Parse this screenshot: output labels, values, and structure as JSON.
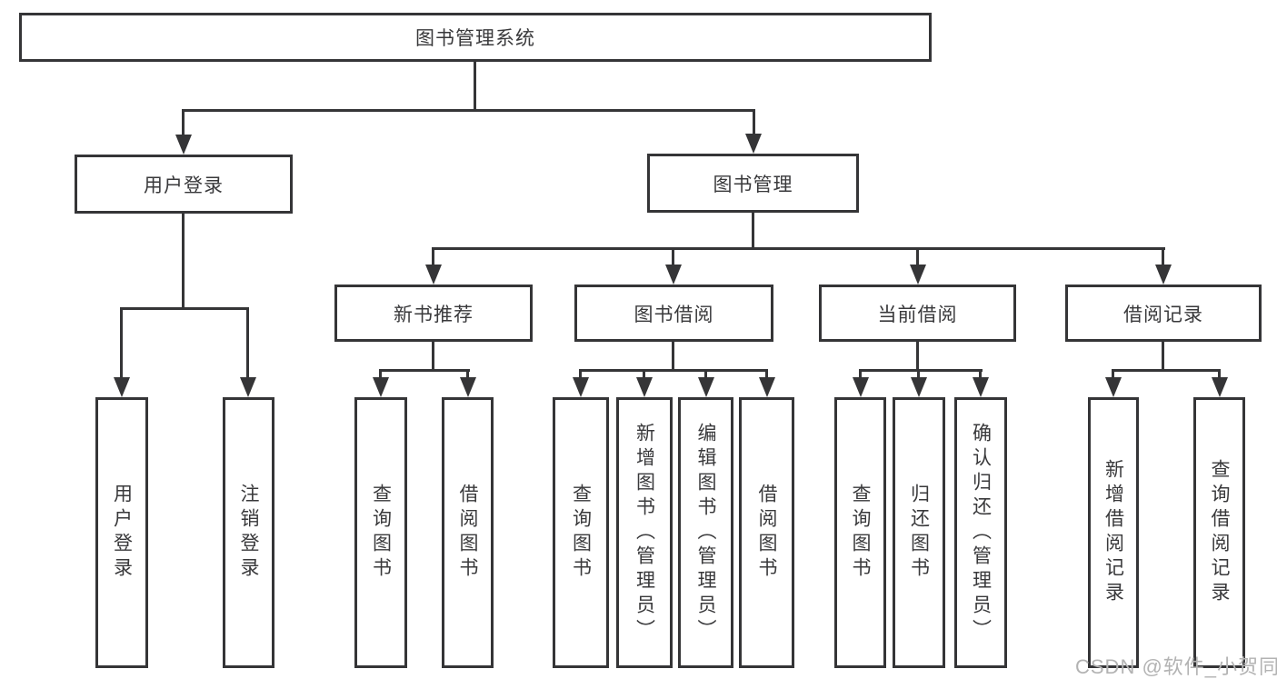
{
  "diagram": {
    "root": {
      "label": "图书管理系统"
    },
    "groups": [
      {
        "label": "用户登录",
        "leaves": [
          {
            "label": "用户登录"
          },
          {
            "label": "注销登录"
          }
        ]
      },
      {
        "label": "图书管理",
        "sections": [
          {
            "label": "新书推荐",
            "leaves": [
              {
                "label": "查询图书"
              },
              {
                "label": "借阅图书"
              }
            ]
          },
          {
            "label": "图书借阅",
            "leaves": [
              {
                "label": "查询图书"
              },
              {
                "label": "新增图书（管理员）"
              },
              {
                "label": "编辑图书（管理员）"
              },
              {
                "label": "借阅图书"
              }
            ]
          },
          {
            "label": "当前借阅",
            "leaves": [
              {
                "label": "查询图书"
              },
              {
                "label": "归还图书"
              },
              {
                "label": "确认归还（管理员）"
              }
            ]
          },
          {
            "label": "借阅记录",
            "leaves": [
              {
                "label": "新增借阅记录"
              },
              {
                "label": "查询借阅记录"
              }
            ]
          }
        ]
      }
    ]
  },
  "watermark": {
    "text": "CSDN @软件_小贺同学"
  },
  "colors": {
    "line": "#353537",
    "text": "#39393b",
    "watermark": "#b3b3b3",
    "background": "#ffffff"
  }
}
